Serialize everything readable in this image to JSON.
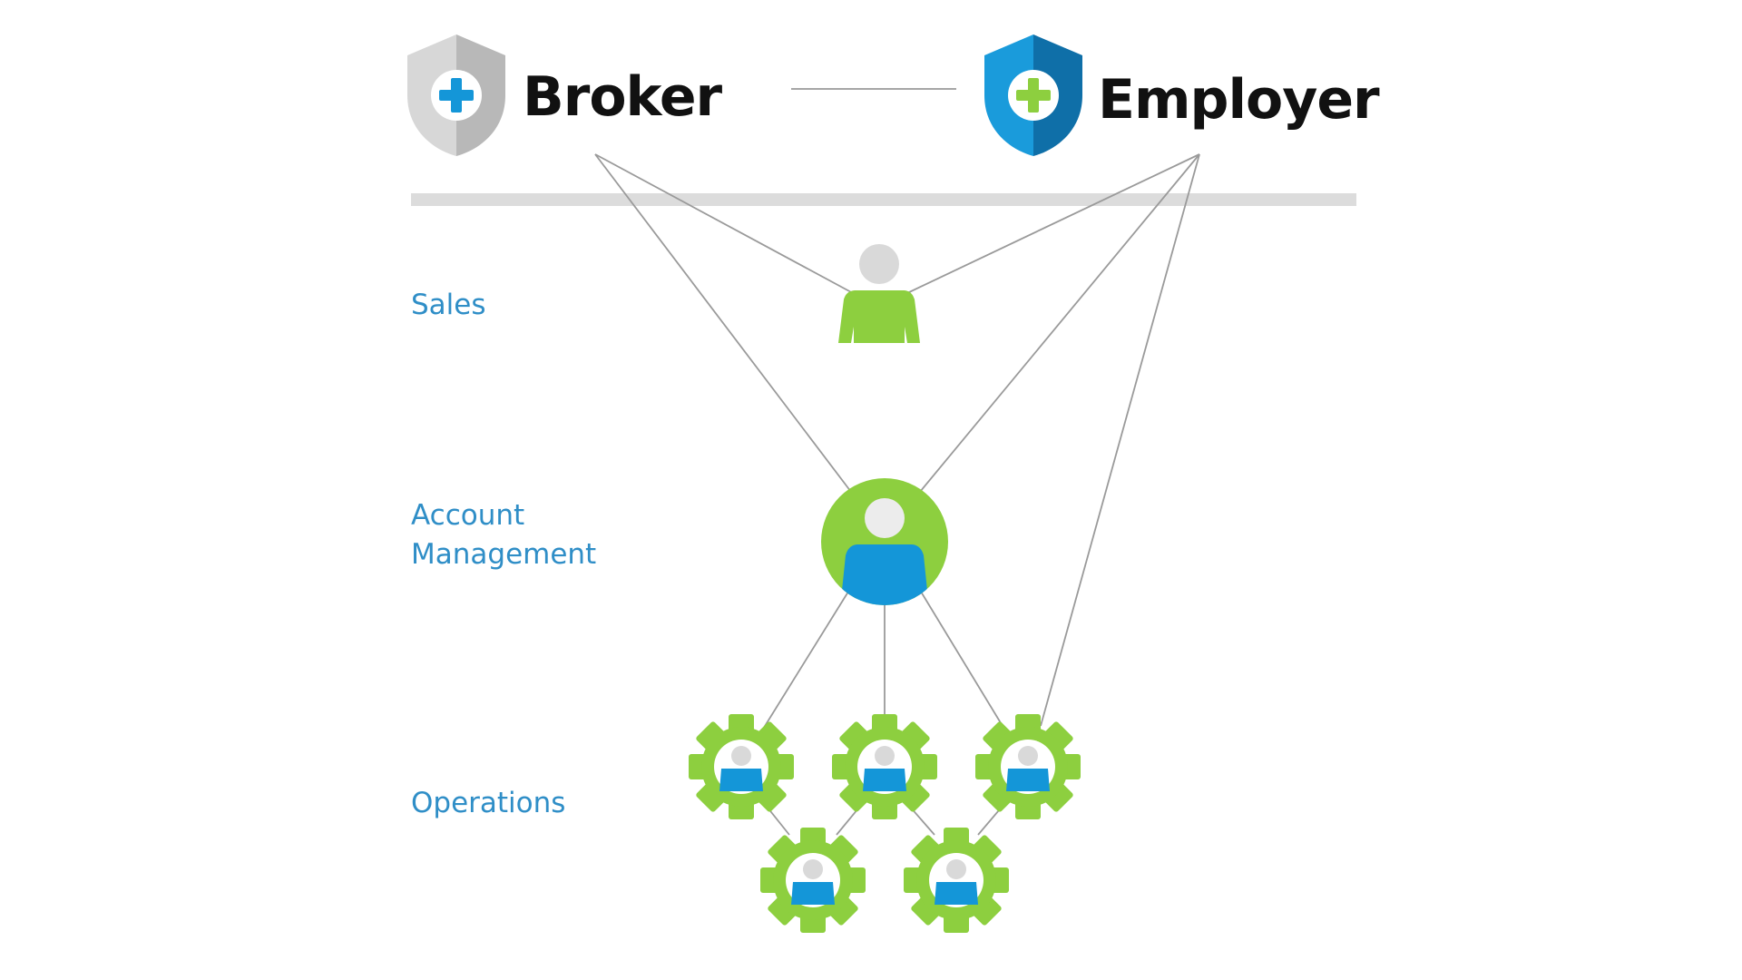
{
  "entities": {
    "broker": {
      "label": "Broker",
      "shield_colors": [
        "#d7d7d7",
        "#b8b8b8"
      ],
      "cross_color": "#1496d8"
    },
    "employer": {
      "label": "Employer",
      "shield_colors": [
        "#1a9bdb",
        "#0f6fa8"
      ],
      "cross_color": "#8dcf3f"
    }
  },
  "levels": {
    "sales": {
      "line1": "Sales"
    },
    "account_management": {
      "line1": "Account",
      "line2": "Management"
    },
    "operations": {
      "line1": "Operations"
    }
  },
  "colors": {
    "green": "#8dcf3f",
    "blue": "#1496d8",
    "gray_head": "#d9d9d9",
    "divider": "#dcdcdc",
    "connector": "#9a9a9a",
    "level_text": "#2f8ec7"
  },
  "icons": {
    "broker_shield": "shield-plus-icon",
    "employer_shield": "shield-plus-icon",
    "sales_person": "person-icon",
    "account_manager": "person-circle-icon",
    "operations_worker": "gear-person-icon"
  }
}
